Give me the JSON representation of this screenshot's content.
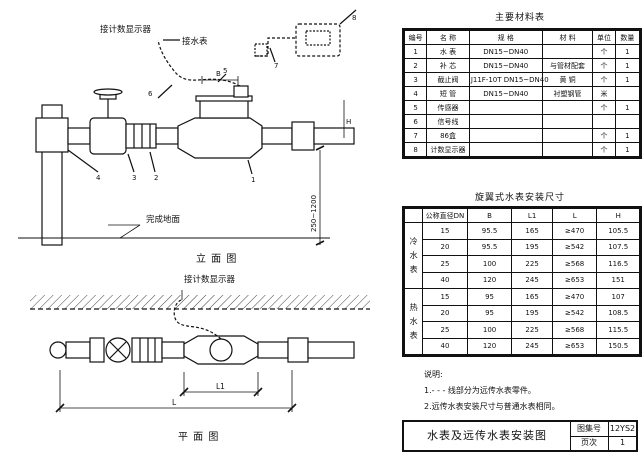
{
  "drawing": {
    "labels": {
      "sensor_top": "接计数显示器",
      "water_meter": "接水表",
      "sensor_plan": "接计数显示器",
      "finished_floor": "完成地面",
      "dim_height": "250~1200",
      "dim_b": "B",
      "dim_h": "H",
      "dim_l1": "L1",
      "dim_l": "L",
      "num_1": "1",
      "num_2": "2",
      "num_3": "3",
      "num_4": "4",
      "num_5": "5",
      "num_6": "6",
      "num_7": "7",
      "num_8": "8"
    },
    "elevation_title": "立 面 图",
    "plan_title": "平 面 图"
  },
  "materials": {
    "title": "主要材料表",
    "headers": [
      "编号",
      "名 称",
      "规 格",
      "材 料",
      "单位",
      "数量"
    ],
    "rows": [
      [
        "1",
        "水 表",
        "DN15~DN40",
        "",
        "个",
        "1"
      ],
      [
        "2",
        "补 芯",
        "DN15~DN40",
        "与管材配套",
        "个",
        "1"
      ],
      [
        "3",
        "截止阀",
        "J11F-10T DN15~DN40",
        "黄 铜",
        "个",
        "1"
      ],
      [
        "4",
        "短 管",
        "DN15~DN40",
        "衬塑钢管",
        "米",
        ""
      ],
      [
        "5",
        "传感器",
        "",
        "",
        "个",
        "1"
      ],
      [
        "6",
        "信号线",
        "",
        "",
        "",
        ""
      ],
      [
        "7",
        "86盒",
        "",
        "",
        "个",
        "1"
      ],
      [
        "8",
        "计数显示器",
        "",
        "",
        "个",
        "1"
      ]
    ]
  },
  "dimensions": {
    "title": "旋翼式水表安装尺寸",
    "headers": [
      "公称直径DN",
      "B",
      "L1",
      "L",
      "H"
    ],
    "group_cold": "冷水表",
    "group_hot": "热水表",
    "cold_rows": [
      [
        "15",
        "95.5",
        "165",
        "≥470",
        "105.5"
      ],
      [
        "20",
        "95.5",
        "195",
        "≥542",
        "107.5"
      ],
      [
        "25",
        "100",
        "225",
        "≥568",
        "116.5"
      ],
      [
        "40",
        "120",
        "245",
        "≥653",
        "151"
      ]
    ],
    "hot_rows": [
      [
        "15",
        "95",
        "165",
        "≥470",
        "107"
      ],
      [
        "20",
        "95",
        "195",
        "≥542",
        "108.5"
      ],
      [
        "25",
        "100",
        "225",
        "≥568",
        "115.5"
      ],
      [
        "40",
        "120",
        "245",
        "≥653",
        "150.5"
      ]
    ]
  },
  "notes": {
    "heading": "说明:",
    "lines": [
      "1.- - - 线部分为远传水表零件。",
      "2.远传水表安装尺寸与普通水表相同。"
    ]
  },
  "title_block": {
    "title": "水表及远传水表安装图",
    "atlas_label": "图集号",
    "atlas_value": "12YS2",
    "page_label": "页次",
    "page_value": "1"
  }
}
